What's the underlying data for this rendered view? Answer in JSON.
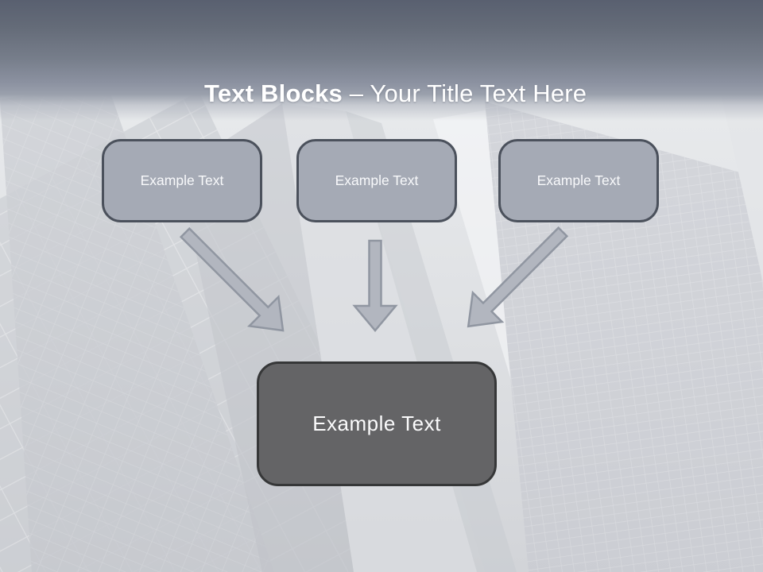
{
  "slide": {
    "title": {
      "bold": "Text Blocks",
      "rest": " – Your Title Text Here"
    },
    "boxes": {
      "top": [
        {
          "label": "Example Text"
        },
        {
          "label": "Example Text"
        },
        {
          "label": "Example Text"
        }
      ],
      "bottom": {
        "label": "Example Text"
      }
    },
    "icons": {
      "arrows": [
        "arrow-down-right-icon",
        "arrow-down-icon",
        "arrow-down-left-icon"
      ]
    },
    "colors": {
      "header_gradient_top": "#596070",
      "header_gradient_mid": "#8b91a0",
      "background_base": "#d9dbde",
      "box_fill": "#a5aab5",
      "box_border": "#4b515c",
      "dark_box_fill": "#646466",
      "dark_box_border": "#363738",
      "arrow_fill": "#b2b6bf",
      "arrow_stroke": "#9096a1",
      "title_color": "#ffffff"
    }
  }
}
